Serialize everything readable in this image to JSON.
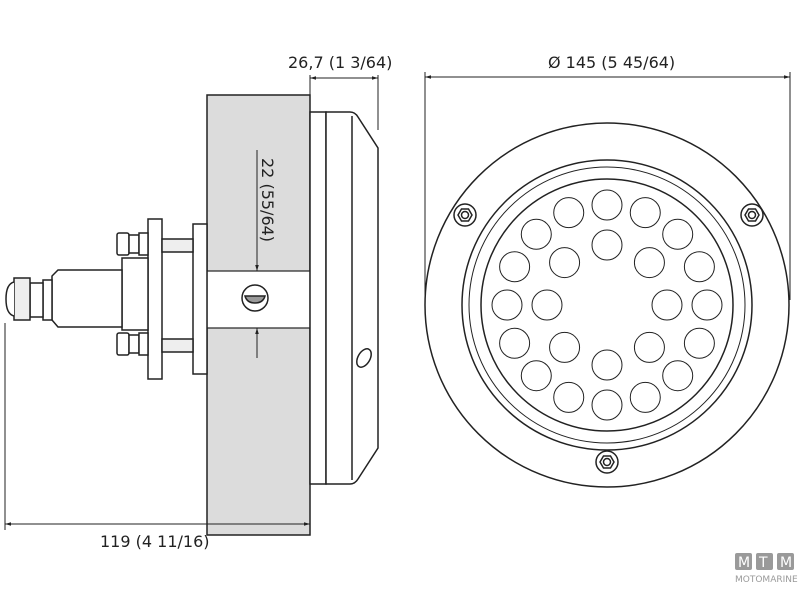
{
  "dimensions": {
    "depth": "26,7  (1 3/64)",
    "diameter": "Ø 145 (5 45/64)",
    "hole": "22  (55/64)",
    "length": "119 (4 11/16)"
  },
  "logo": {
    "letters": "MTM",
    "text": "MOTOMARINE"
  },
  "colors": {
    "line": "#222222",
    "panel": "#dcdcdc",
    "logo": "#9a9a9a"
  },
  "led_count": 24,
  "screw_count": 3
}
